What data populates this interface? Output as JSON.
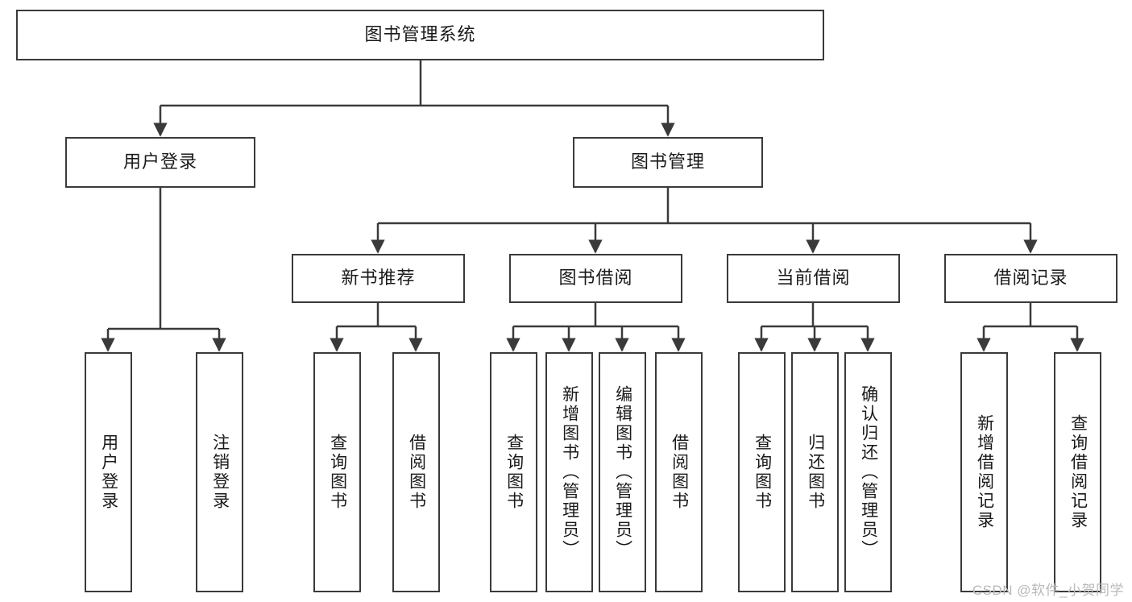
{
  "diagram": {
    "title": "图书管理系统",
    "type": "tree-hierarchy",
    "watermark": "CSDN @软件_小贺同学",
    "line_color": "#3a3a3a",
    "box_fill": "#ffffff",
    "text_color": "#1a1a1a",
    "watermark_color": "#b9b9b9",
    "nodes": {
      "root": {
        "label": "图书管理系统"
      },
      "level2": [
        {
          "id": "user-login",
          "label": "用户登录"
        },
        {
          "id": "book-manage",
          "label": "图书管理"
        }
      ],
      "level3": [
        {
          "id": "new-book-recommend",
          "label": "新书推荐"
        },
        {
          "id": "book-borrow",
          "label": "图书借阅"
        },
        {
          "id": "current-borrow",
          "label": "当前借阅"
        },
        {
          "id": "borrow-record",
          "label": "借阅记录"
        }
      ],
      "leaves": [
        {
          "id": "leaf-user-login",
          "label": "用户登录",
          "parent": "user-login"
        },
        {
          "id": "leaf-logout-login",
          "label": "注销登录",
          "parent": "user-login"
        },
        {
          "id": "leaf-query-book-1",
          "label": "查询图书",
          "parent": "new-book-recommend"
        },
        {
          "id": "leaf-borrow-book-1",
          "label": "借阅图书",
          "parent": "new-book-recommend"
        },
        {
          "id": "leaf-query-book-2",
          "label": "查询图书",
          "parent": "book-borrow"
        },
        {
          "id": "leaf-add-book",
          "label": "新增图书（管理员）",
          "parent": "book-borrow"
        },
        {
          "id": "leaf-edit-book",
          "label": "编辑图书（管理员）",
          "parent": "book-borrow"
        },
        {
          "id": "leaf-borrow-book-2",
          "label": "借阅图书",
          "parent": "book-borrow"
        },
        {
          "id": "leaf-query-book-3",
          "label": "查询图书",
          "parent": "current-borrow"
        },
        {
          "id": "leaf-return-book",
          "label": "归还图书",
          "parent": "current-borrow"
        },
        {
          "id": "leaf-confirm-return",
          "label": "确认归还（管理员）",
          "parent": "current-borrow"
        },
        {
          "id": "leaf-add-record",
          "label": "新增借阅记录",
          "parent": "borrow-record"
        },
        {
          "id": "leaf-query-record",
          "label": "查询借阅记录",
          "parent": "borrow-record"
        }
      ]
    }
  }
}
